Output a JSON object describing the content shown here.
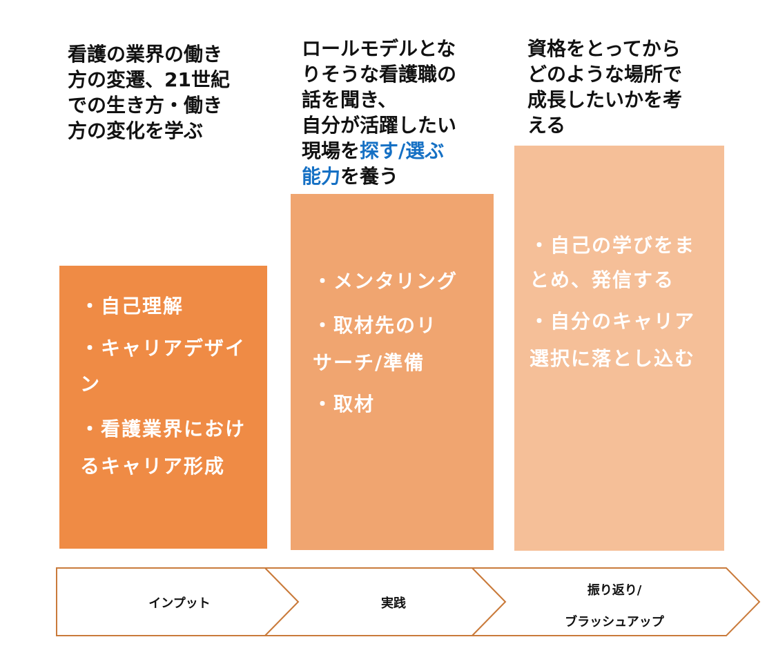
{
  "columns": [
    {
      "heading_lines": [
        "看護の業界の働き",
        "方の変遷、21世紀",
        "での生き方・働き",
        "方の変化を学ぶ"
      ],
      "items": [
        [
          "・自己理解"
        ],
        [
          "・キャリアデザイ",
          "ン"
        ],
        [
          "・看護業界におけ",
          "るキャリア形成"
        ]
      ],
      "box_color": "#ef8b45"
    },
    {
      "heading_lines": [
        "ロールモデルとな",
        "りそうな看護職の",
        "話を聞き、",
        "自分が活躍したい"
      ],
      "heading_line5": {
        "before": "現場を",
        "highlight": "探す/選ぶ"
      },
      "heading_line6": {
        "highlight": "能力",
        "after": "を養う"
      },
      "items": [
        [
          "・メンタリング"
        ],
        [
          "・取材先のリ",
          "サーチ/準備"
        ],
        [
          "・取材"
        ]
      ],
      "box_color": "#f0a570"
    },
    {
      "heading_lines": [
        "資格をとってから",
        "どのような場所で",
        "成長したいかを考",
        "える"
      ],
      "items": [
        [
          "・自己の学びをま",
          "とめ、発信する"
        ],
        [
          "・自分のキャリア",
          "選択に落とし込む"
        ]
      ],
      "box_color": "#f5bf98"
    }
  ],
  "flow": {
    "steps": [
      {
        "label_lines": [
          "インプット"
        ]
      },
      {
        "label_lines": [
          "実践"
        ]
      },
      {
        "label_lines": [
          "振り返り/",
          "ブラッシュアップ"
        ]
      }
    ],
    "stroke_color": "#c97a3a"
  },
  "colors": {
    "highlight_text": "#1570c4"
  }
}
